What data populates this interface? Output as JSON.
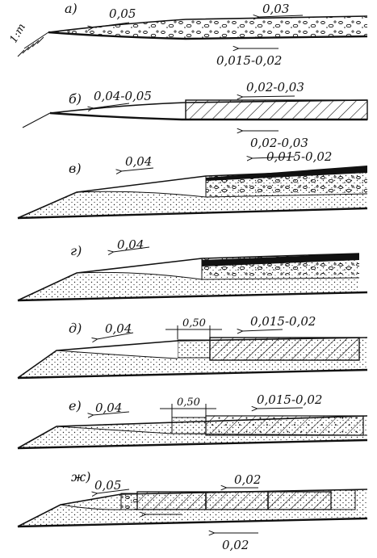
{
  "panels": {
    "a": {
      "letter": "а)",
      "slope_side": "1:m",
      "slope_left": "0,05",
      "slope_right": "0,03",
      "slope_bottom": "0,015-0,02"
    },
    "b": {
      "letter": "б)",
      "slope_left": "0,04-0,05",
      "slope_right": "0,02-0,03",
      "slope_bottom": "0,02-0,03"
    },
    "v": {
      "letter": "в)",
      "slope_left": "0,04",
      "slope_right": "0,015-0,02"
    },
    "g": {
      "letter": "г)",
      "slope_left": "0,04"
    },
    "d": {
      "letter": "д)",
      "slope_left": "0,04",
      "dim": "0,50",
      "slope_right": "0,015-0,02"
    },
    "e": {
      "letter": "е)",
      "slope_left": "0,04",
      "dim": "0,50",
      "slope_right": "0,015-0,02"
    },
    "zh": {
      "letter": "ж)",
      "slope_left": "0,05",
      "slope_right": "0,02",
      "slope_bottom": "0,02"
    }
  }
}
